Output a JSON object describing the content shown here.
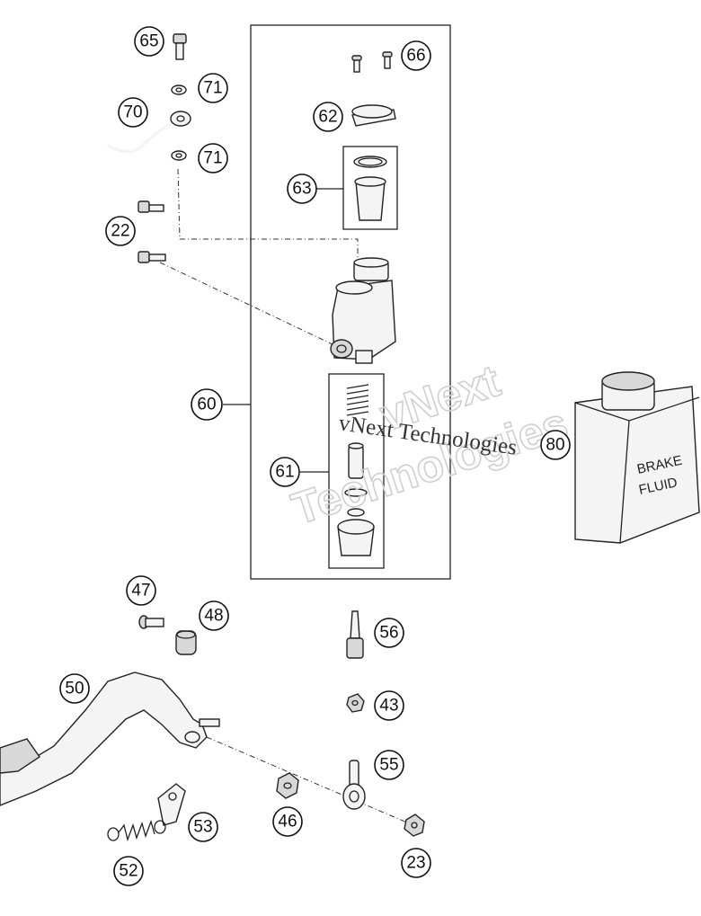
{
  "callouts": [
    {
      "id": "c65",
      "label": "65"
    },
    {
      "id": "c66",
      "label": "66"
    },
    {
      "id": "c71a",
      "label": "71"
    },
    {
      "id": "c70",
      "label": "70"
    },
    {
      "id": "c62",
      "label": "62"
    },
    {
      "id": "c71b",
      "label": "71"
    },
    {
      "id": "c63",
      "label": "63"
    },
    {
      "id": "c22",
      "label": "22"
    },
    {
      "id": "c60",
      "label": "60"
    },
    {
      "id": "c80",
      "label": "80"
    },
    {
      "id": "c61",
      "label": "61"
    },
    {
      "id": "c47",
      "label": "47"
    },
    {
      "id": "c48",
      "label": "48"
    },
    {
      "id": "c56",
      "label": "56"
    },
    {
      "id": "c50",
      "label": "50"
    },
    {
      "id": "c43",
      "label": "43"
    },
    {
      "id": "c55",
      "label": "55"
    },
    {
      "id": "c53",
      "label": "53"
    },
    {
      "id": "c46",
      "label": "46"
    },
    {
      "id": "c52",
      "label": "52"
    },
    {
      "id": "c23",
      "label": "23"
    }
  ],
  "bottle_label": {
    "line1": "BRAKE",
    "line2": "FLUID"
  },
  "watermark": {
    "outline_line1": "vNext",
    "outline_line2": "Technologies",
    "serif_line": "vNext Technologies"
  }
}
